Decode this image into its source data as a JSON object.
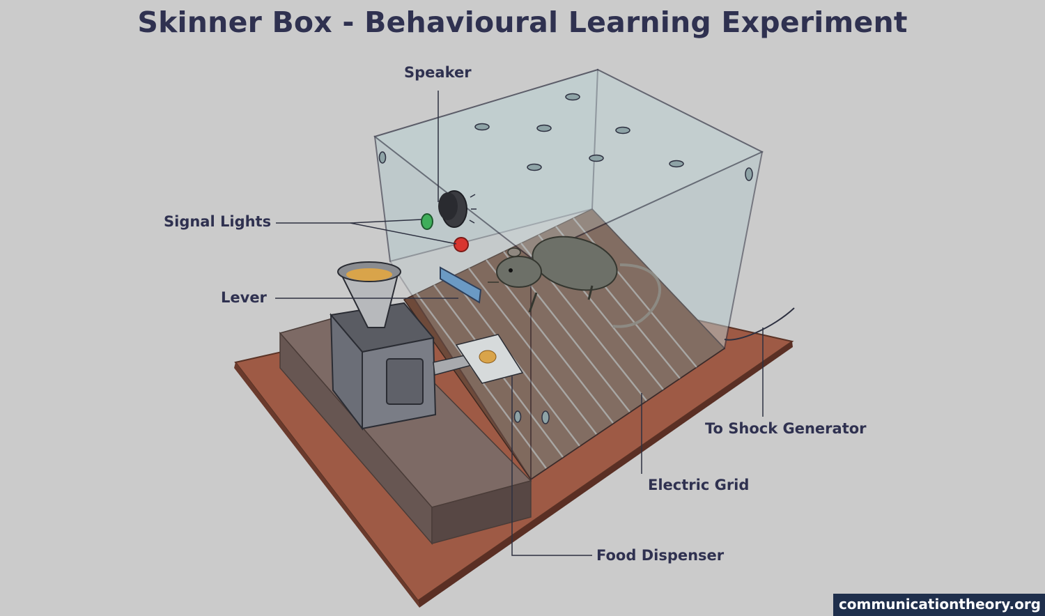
{
  "title": "Skinner Box - Behavioural Learning Experiment",
  "labels": {
    "speaker": "Speaker",
    "signal_lights": "Signal Lights",
    "lever": "Lever",
    "to_shock_generator": "To Shock Generator",
    "electric_grid": "Electric Grid",
    "food_dispenser": "Food Dispenser"
  },
  "watermark": "communicationtheory.org",
  "colors": {
    "background": "#cbcbcb",
    "title_text": "#2f3150",
    "base_board": "#9e5a45",
    "platform": "#7d6a65",
    "cage_floor": "#6e4a3a",
    "glass": "#b7c9cb",
    "light_green": "#3fae5a",
    "light_red": "#d8352f",
    "lever": "#6b9ac4",
    "dispenser_box": "#6b6e77",
    "rat": "#6d7068",
    "food": "#d9a44a"
  }
}
